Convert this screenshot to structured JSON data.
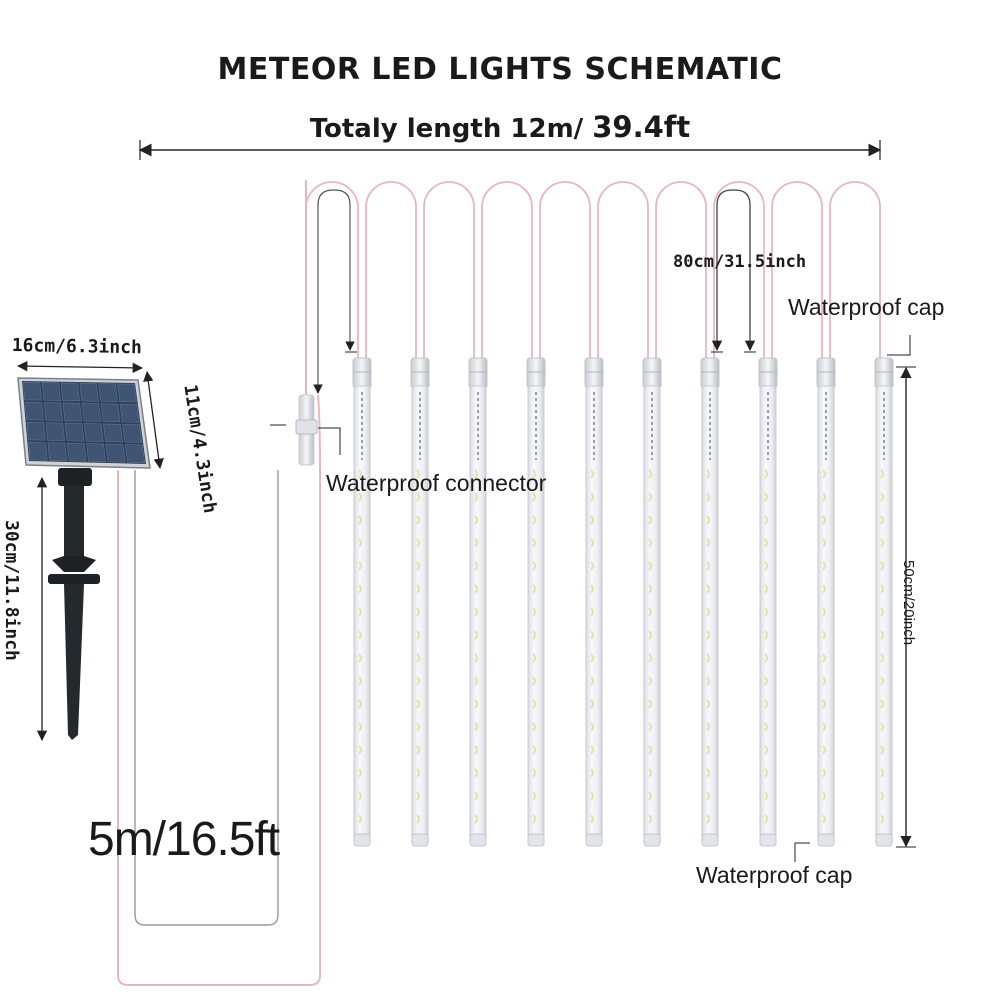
{
  "title": "METEOR LED LIGHTS SCHEMATIC",
  "total_length": {
    "prefix": "Totaly length 12m/",
    "value": "39.4ft"
  },
  "tube_spacing": "80cm/31.5inch",
  "waterproof_cap_top": "Waterproof cap",
  "waterproof_connector": "Waterproof connector",
  "tube_length": "50cm/20inch",
  "waterproof_cap_bottom": "Waterproof cap",
  "lead_cable_length": "5m/16.5ft",
  "solar_panel": {
    "width": "16cm/6.3inch",
    "height": "11cm/4.3inch",
    "stake_height": "30cm/11.8inch"
  },
  "tube_count": 10,
  "colors": {
    "wire": "#e7b7c0",
    "tube": "#eceef2",
    "cable_gray": "#b9b9b9",
    "panel": "#2f3f55"
  }
}
